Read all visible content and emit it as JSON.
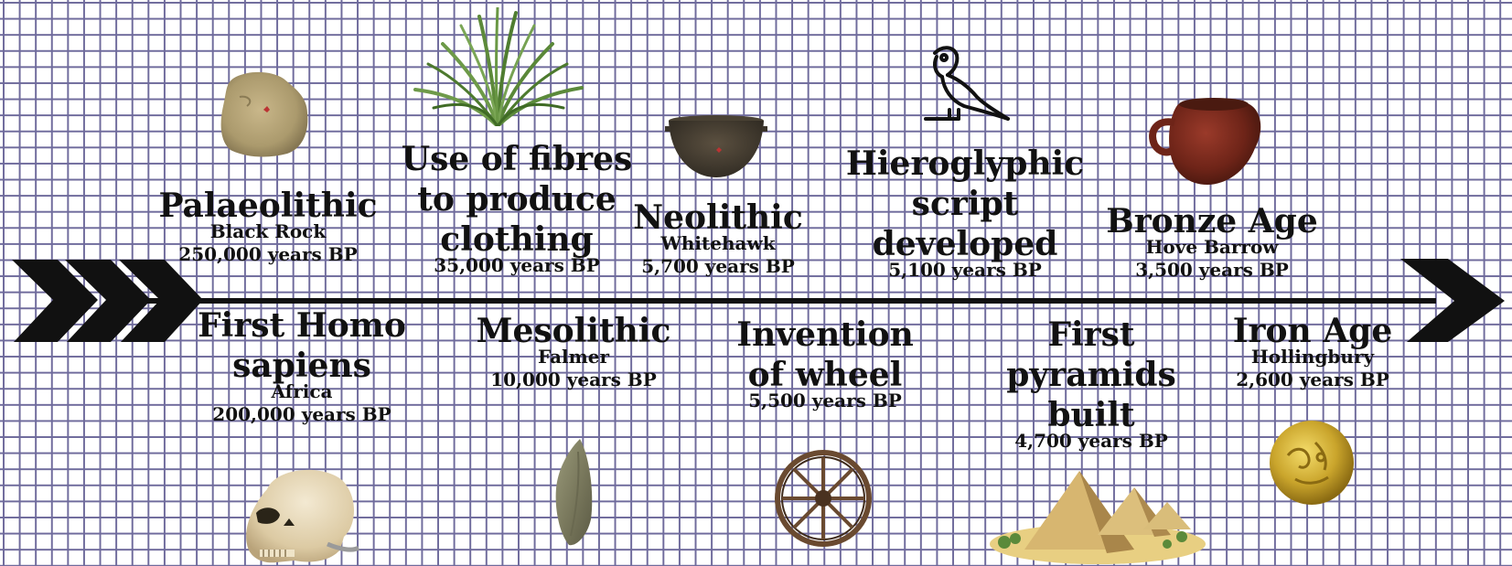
{
  "events": [
    {
      "id": "palaeolithic",
      "title_lines": [
        "Palaeolithic"
      ],
      "location": "Black Rock",
      "date": "250,000 years BP",
      "icon": "flint-rock-icon"
    },
    {
      "id": "homo-sapiens",
      "title_lines": [
        "First Homo",
        "sapiens"
      ],
      "location": "Africa",
      "date": "200,000 years BP",
      "icon": "skull-icon"
    },
    {
      "id": "fibres",
      "title_lines": [
        "Use of fibres",
        "to produce",
        "clothing"
      ],
      "location": "",
      "date": "35,000 years BP",
      "icon": "grass-icon"
    },
    {
      "id": "mesolithic",
      "title_lines": [
        "Mesolithic"
      ],
      "location": "Falmer",
      "date": "10,000 years BP",
      "icon": "flint-blade-icon"
    },
    {
      "id": "neolithic",
      "title_lines": [
        "Neolithic"
      ],
      "location": "Whitehawk",
      "date": "5,700 years BP",
      "icon": "bowl-icon"
    },
    {
      "id": "wheel",
      "title_lines": [
        "Invention",
        "of wheel"
      ],
      "location": "",
      "date": "5,500 years BP",
      "icon": "wheel-icon"
    },
    {
      "id": "hieroglyphic",
      "title_lines": [
        "Hieroglyphic",
        "script",
        "developed"
      ],
      "location": "",
      "date": "5,100 years BP",
      "icon": "owl-hieroglyph-icon"
    },
    {
      "id": "pyramids",
      "title_lines": [
        "First",
        "pyramids",
        "built"
      ],
      "location": "",
      "date": "4,700 years BP",
      "icon": "pyramids-icon"
    },
    {
      "id": "bronze-age",
      "title_lines": [
        "Bronze Age"
      ],
      "location": "Hove Barrow",
      "date": "3,500 years BP",
      "icon": "cup-icon"
    },
    {
      "id": "iron-age",
      "title_lines": [
        "Iron Age"
      ],
      "location": "Hollingbury",
      "date": "2,600 years BP",
      "icon": "gold-coin-icon"
    }
  ],
  "colors": {
    "grid": "#6f6b9c",
    "line": "#111111",
    "text": "#111111"
  }
}
